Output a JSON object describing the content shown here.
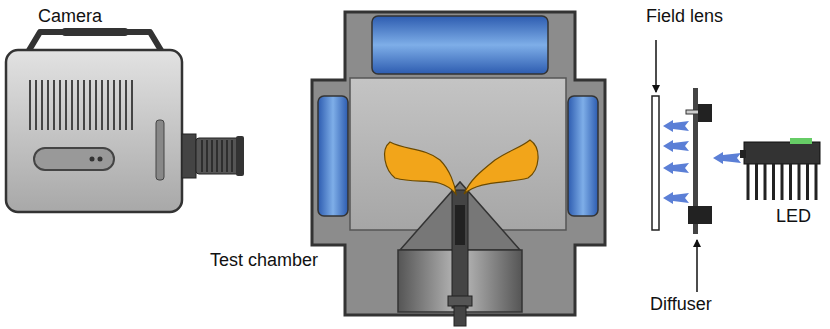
{
  "diagram": {
    "labels": [
      "Camera",
      "Test chamber",
      "Field lens",
      "Diffuser",
      "LED"
    ]
  }
}
